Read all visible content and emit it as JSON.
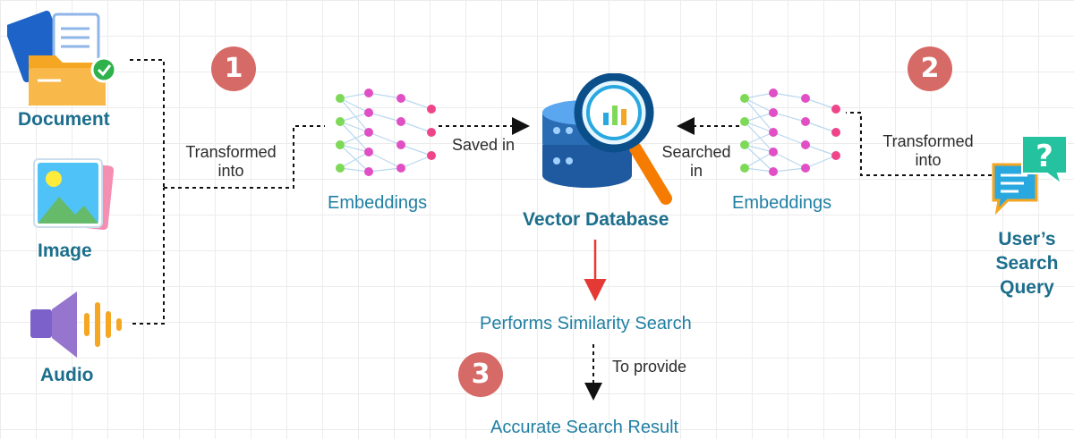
{
  "inputs": {
    "document": "Document",
    "image": "Image",
    "audio": "Audio"
  },
  "steps": {
    "one": "1",
    "two": "2",
    "three": "3"
  },
  "edges": {
    "transformed_into_left_1": "Transformed",
    "transformed_into_left_2": "into",
    "saved_in": "Saved in",
    "searched_in_1": "Searched",
    "searched_in_2": "in",
    "transformed_into_right_1": "Transformed",
    "transformed_into_right_2": "into",
    "to_provide": "To provide"
  },
  "nodes": {
    "embeddings_left": "Embeddings",
    "embeddings_right": "Embeddings",
    "vector_database": "Vector Database",
    "similarity_search": "Performs Similarity Search",
    "result": "Accurate Search Result",
    "query_1": "User’s",
    "query_2": "Search",
    "query_3": "Query"
  },
  "colors": {
    "badge": "#d66a66",
    "label_blue": "#1c6e8c",
    "arrow_red": "#e53935",
    "db_blue": "#2a6db5",
    "node_pink": "#f0448a",
    "node_green": "#7ed957"
  }
}
